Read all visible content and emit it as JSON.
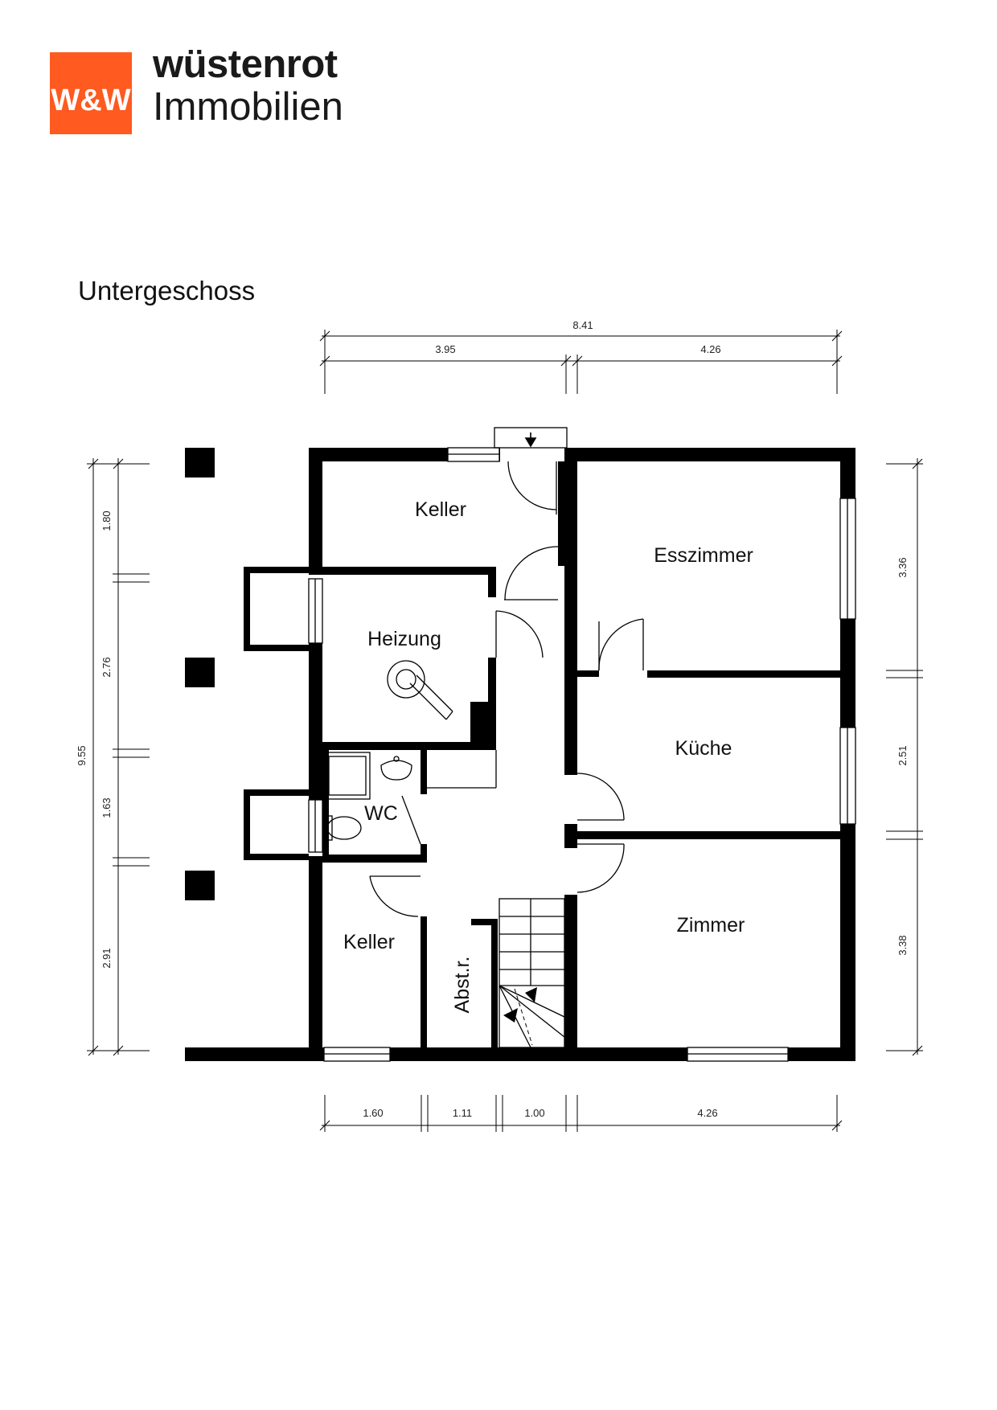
{
  "brand": {
    "logo_text": "W&W",
    "name": "wüstenrot",
    "subtitle": "Immobilien",
    "accent_color": "#ff5a1f"
  },
  "plan": {
    "title": "Untergeschoss",
    "rooms": {
      "keller_top": "Keller",
      "esszimmer": "Esszimmer",
      "heizung": "Heizung",
      "kueche": "Küche",
      "wc": "WC",
      "zimmer": "Zimmer",
      "keller_bottom": "Keller",
      "abstellraum": "Abst.r."
    },
    "dimensions": {
      "top_total": "8.41",
      "top_left": "3.95",
      "top_right": "4.26",
      "left_total": "9.55",
      "left_1": "1.80",
      "left_2": "2.76",
      "left_3": "1.63",
      "left_4": "2.91",
      "right_1": "3.36",
      "right_2": "2.51",
      "right_3": "3.38",
      "bottom_1": "1.60",
      "bottom_2": "1.11",
      "bottom_3": "1.00",
      "bottom_4": "4.26"
    }
  }
}
